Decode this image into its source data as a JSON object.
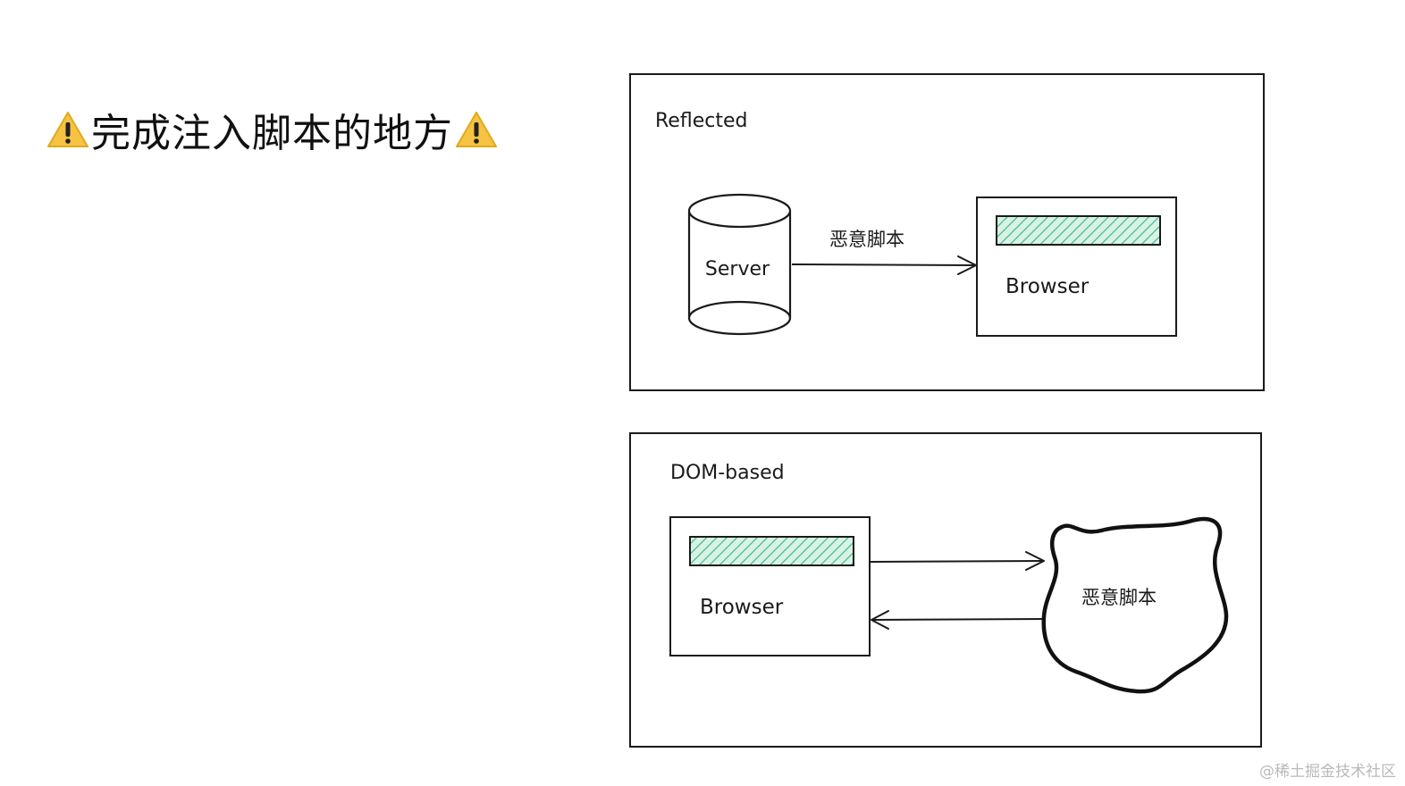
{
  "title": {
    "text": "完成注入脚本的地方",
    "icon_left": "warning-icon",
    "icon_right": "warning-icon"
  },
  "reflected": {
    "label": "Reflected",
    "server_label": "Server",
    "arrow_label": "恶意脚本",
    "browser_label": "Browser"
  },
  "dom_based": {
    "label": "DOM-based",
    "browser_label": "Browser",
    "cloud_label": "恶意脚本"
  },
  "watermark": "@稀土掘金技术社区",
  "colors": {
    "stroke": "#1a1a1a",
    "hatch": "#3fb98a",
    "hatch_bg": "#d9f2e6",
    "warning_fill": "#f6c343"
  }
}
